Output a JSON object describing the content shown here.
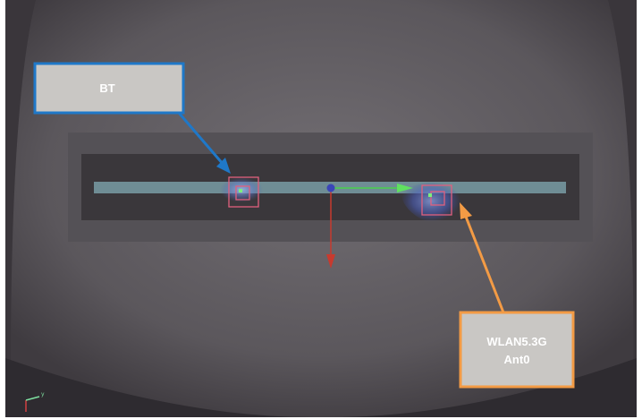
{
  "scene": {
    "title": "3D antenna placement viewport",
    "background_colors": {
      "center": "#6e6a6f",
      "edge": "#403c41",
      "outer": "#2f2d31"
    },
    "board_colors": {
      "outer": "#545156",
      "inner": "#3a373b",
      "strip": "#6f8d95"
    }
  },
  "callouts": {
    "bt": {
      "label": "BT",
      "color": "#1f78c8"
    },
    "wlan": {
      "line1": "WLAN5.3G",
      "line2": "Ant0",
      "color": "#f39b45"
    }
  },
  "antennas": [
    {
      "name": "BT",
      "marker_color": "#e0607e"
    },
    {
      "name": "WLAN5.3G Ant0",
      "marker_color": "#e0607e"
    }
  ],
  "gizmo": {
    "x_axis_color": "#48d24c",
    "y_axis_color": "#c83a2e",
    "origin_color": "#3a45b8"
  },
  "corner_axes": {
    "x_label": "y",
    "x_color": "#7ee0a0",
    "y_color": "#d04040"
  }
}
